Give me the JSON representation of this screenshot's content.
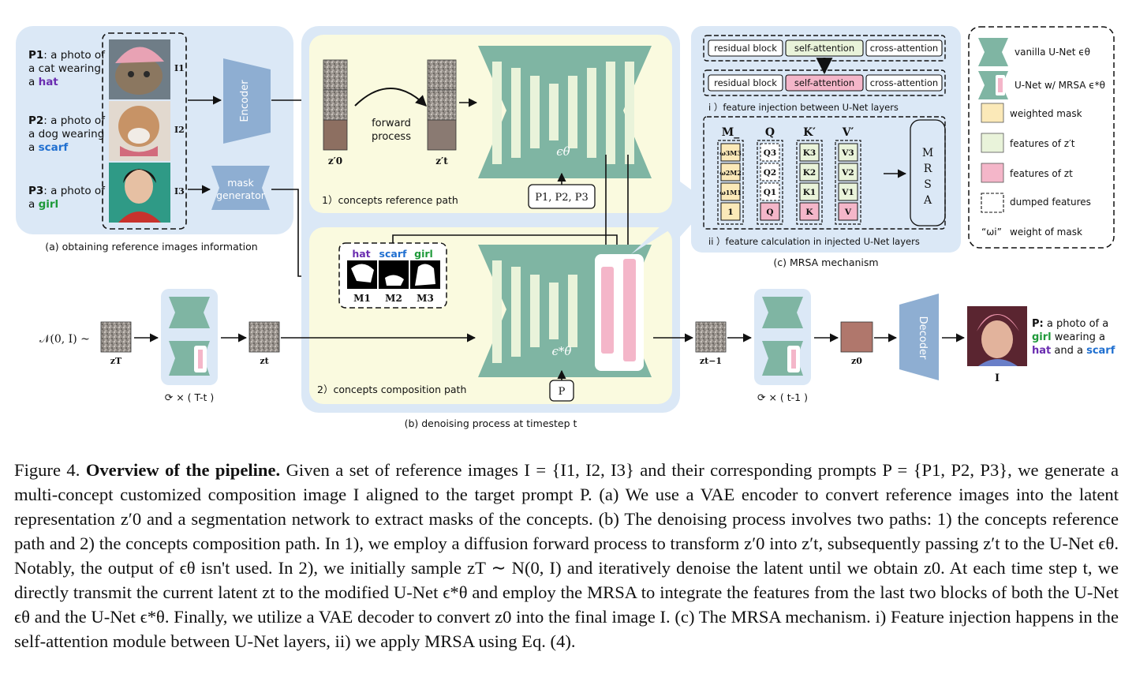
{
  "panel_a": {
    "prompts": [
      {
        "id": "P1",
        "text": "a photo of",
        "line2": "a cat wearing",
        "line3_pre": "a ",
        "keyword": "hat",
        "color": "#6a2db0"
      },
      {
        "id": "P2",
        "text": "a photo of",
        "line2": "a dog wearing",
        "line3_pre": "a ",
        "keyword": "scarf",
        "color": "#1f6fd0"
      },
      {
        "id": "P3",
        "text": "a photo of",
        "line2_pre": "a ",
        "keyword": "girl",
        "color": "#1f9a3a"
      }
    ],
    "image_labels": [
      "I1",
      "I2",
      "I3"
    ],
    "encoder_label": "Encoder",
    "mask_generator_label": [
      "mask",
      "generator"
    ],
    "caption": "(a) obtaining reference images information"
  },
  "panel_b": {
    "path1_label": "1）concepts reference path",
    "path2_label": "2）concepts composition path",
    "forward_process": [
      "forward",
      "process"
    ],
    "z0_prime": "z′0",
    "zt_prime": "z′t",
    "unet_eps": "ϵθ",
    "unet_eps_star": "ϵ*θ",
    "prompt_box_1": "P1, P2, P3",
    "prompt_box_2": "P",
    "mask_words": [
      "hat",
      "scarf",
      "girl"
    ],
    "mask_word_colors": [
      "#6a2db0",
      "#1f6fd0",
      "#1f9a3a"
    ],
    "mask_labels": [
      "M1",
      "M2",
      "M3"
    ],
    "noise_expr": "𝒩(0, I) ~",
    "zT": "zT",
    "zt": "zt",
    "zt_1": "zt−1",
    "z0": "z0",
    "loop1": "× ( T-t )",
    "loop2": "× ( t-1 )",
    "decoder_label": "Decoder",
    "final_image_label": "I",
    "final_prompt": {
      "pre": "P:",
      "l1": " a photo of a",
      "kw1": "girl",
      "l2": " wearing a",
      "kw2": "hat",
      "l3": " and a ",
      "kw3": "scarf"
    },
    "caption": "(b) denoising process at timestep t"
  },
  "panel_c": {
    "block_row": [
      "residual block",
      "self-attention",
      "cross-attention"
    ],
    "injection_label": "i ）feature injection between U-Net layers",
    "calc_label": "ii ）feature calculation in injected U-Net layers",
    "col_headers": [
      "M_",
      "Q",
      "K′",
      "V′"
    ],
    "m_cells": [
      "ω3M3",
      "ω2M2",
      "ω1M1",
      "1"
    ],
    "q_cells": [
      "Q3",
      "Q2",
      "Q1",
      "Q"
    ],
    "k_cells": [
      "K3",
      "K2",
      "K1",
      "K"
    ],
    "v_cells": [
      "V3",
      "V2",
      "V1",
      "V"
    ],
    "mrsa_letters": [
      "M",
      "R",
      "S",
      "A"
    ],
    "caption": "(c) MRSA mechanism"
  },
  "legend": {
    "items": [
      "vanilla U-Net ϵθ",
      "U-Net w/ MRSA ϵ*θ",
      "weighted mask",
      "features of z′t",
      "features of zt",
      "dumped features",
      "weight of mask"
    ],
    "omega_symbol": "“ωi”"
  },
  "colors": {
    "panel_blue": "#dbe8f6",
    "panel_yellow": "#fafadf",
    "unet_green": "#7fb5a3",
    "unet_light": "#e9f3da",
    "pink": "#f4b6c9",
    "yellow_mask": "#fbe9b8",
    "encoder_blue": "#8eaed2"
  },
  "caption": {
    "fig": "Figure 4.",
    "title": "Overview of the pipeline.",
    "text_1": " Given a set of reference images 𝓘 = {I",
    "text_full": "Given a set of reference images I = {I1, I2, I3} and their corresponding prompts P = {P1, P2, P3}, we generate a multi-concept customized composition image I aligned to the target prompt P. (a) We use a VAE encoder to convert reference images into the latent representation z′0 and a segmentation network to extract masks of the concepts. (b) The denoising process involves two paths: 1) the concepts reference path and 2) the concepts composition path. In 1), we employ a diffusion forward process to transform z′0 into z′t, subsequently passing z′t to the U-Net ϵθ. Notably, the output of ϵθ isn't used. In 2), we initially sample zT ∼ N(0, I) and iteratively denoise the latent until we obtain z0. At each time step t, we directly transmit the current latent zt to the modified U-Net ϵ*θ and employ the MRSA to integrate the features from the last two blocks of both the U-Net ϵθ and the U-Net ϵ*θ. Finally, we utilize a VAE decoder to convert z0 into the final image I. (c) The MRSA mechanism. i) Feature injection happens in the self-attention module between U-Net layers, ii) we apply MRSA using Eq. (4).",
    "eq_ref": "4"
  }
}
